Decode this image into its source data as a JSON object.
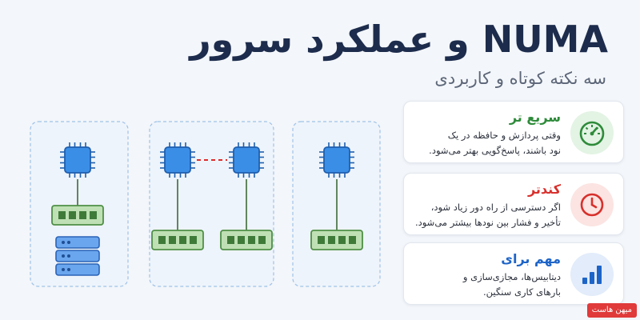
{
  "header": {
    "title": "NUMA و عملکرد سرور",
    "subtitle": "سه نکته کوتاه و کاربردی"
  },
  "cards": [
    {
      "title": "سریع تر",
      "line1": "وقتی پردازش و حافظه در یک",
      "line2": "نود باشند، پاسخ‌گویی بهتر می‌شود.",
      "icon": "gauge-icon",
      "color": "#2e8b3a",
      "icon_bg": "#e3f3e4"
    },
    {
      "title": "کندتر",
      "line1": "اگر دسترسی از راه دور زیاد شود،",
      "line2": "تأخیر و فشار بین نودها بیشتر می‌شود.",
      "icon": "clock-icon",
      "color": "#d8302c",
      "icon_bg": "#fbe4e2"
    },
    {
      "title": "مهم برای",
      "line1": "دیتابیس‌ها، مجازی‌سازی و",
      "line2": "بارهای کاری سنگین.",
      "icon": "bar-chart-icon",
      "color": "#1d64c8",
      "icon_bg": "#e2ecfa"
    }
  ],
  "brand": {
    "label": "میهن هاست"
  },
  "colors": {
    "cpu": "#3b8ee6",
    "ram": "#5aa052",
    "link": "#dd2b2b",
    "panel_border": "#9ec2e8"
  }
}
